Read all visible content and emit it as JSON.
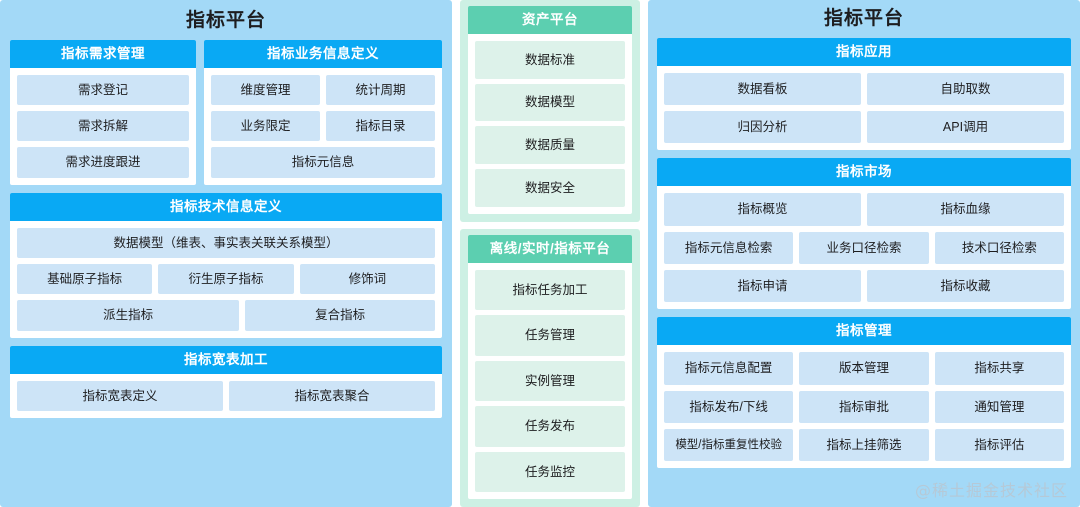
{
  "colors": {
    "panel_blue": "#a3d9f7",
    "panel_green": "#cdf0e4",
    "header_blue": "#09a9f4",
    "header_green": "#5ccfb0",
    "cell_blue": "#cde4f7",
    "cell_green": "#ddf2ea",
    "text": "#1d1d1f",
    "watermark": "#b9c7d2"
  },
  "watermark": "@稀土掘金技术社区",
  "left_panel": {
    "title": "指标平台",
    "cards": [
      {
        "head": "指标需求管理",
        "cells": [
          "需求登记",
          "需求拆解",
          "需求进度跟进"
        ]
      },
      {
        "head": "指标业务信息定义",
        "rows": [
          [
            "维度管理",
            "统计周期"
          ],
          [
            "业务限定",
            "指标目录"
          ],
          [
            "指标元信息"
          ]
        ]
      },
      {
        "head": "指标技术信息定义",
        "rows": [
          [
            "数据模型（维表、事实表关联关系模型）"
          ],
          [
            "基础原子指标",
            "衍生原子指标",
            "修饰词"
          ],
          [
            "派生指标",
            "复合指标"
          ]
        ]
      },
      {
        "head": "指标宽表加工",
        "rows": [
          [
            "指标宽表定义",
            "指标宽表聚合"
          ]
        ]
      }
    ]
  },
  "mid_panels": [
    {
      "head": "资产平台",
      "cells": [
        "数据标准",
        "数据模型",
        "数据质量",
        "数据安全"
      ]
    },
    {
      "head": "离线/实时/指标平台",
      "cells": [
        "指标任务加工",
        "任务管理",
        "实例管理",
        "任务发布",
        "任务监控"
      ]
    }
  ],
  "right_panel": {
    "title": "指标平台",
    "cards": [
      {
        "head": "指标应用",
        "rows": [
          [
            "数据看板",
            "自助取数"
          ],
          [
            "归因分析",
            "API调用"
          ]
        ]
      },
      {
        "head": "指标市场",
        "rows": [
          [
            "指标概览",
            "指标血缘"
          ],
          [
            "指标元信息检索",
            "业务口径检索",
            "技术口径检索"
          ],
          [
            "指标申请",
            "指标收藏"
          ]
        ]
      },
      {
        "head": "指标管理",
        "rows": [
          [
            "指标元信息配置",
            "版本管理",
            "指标共享"
          ],
          [
            "指标发布/下线",
            "指标审批",
            "通知管理"
          ],
          [
            "模型/指标重复性校验",
            "指标上挂筛选",
            "指标评估"
          ]
        ]
      }
    ]
  }
}
